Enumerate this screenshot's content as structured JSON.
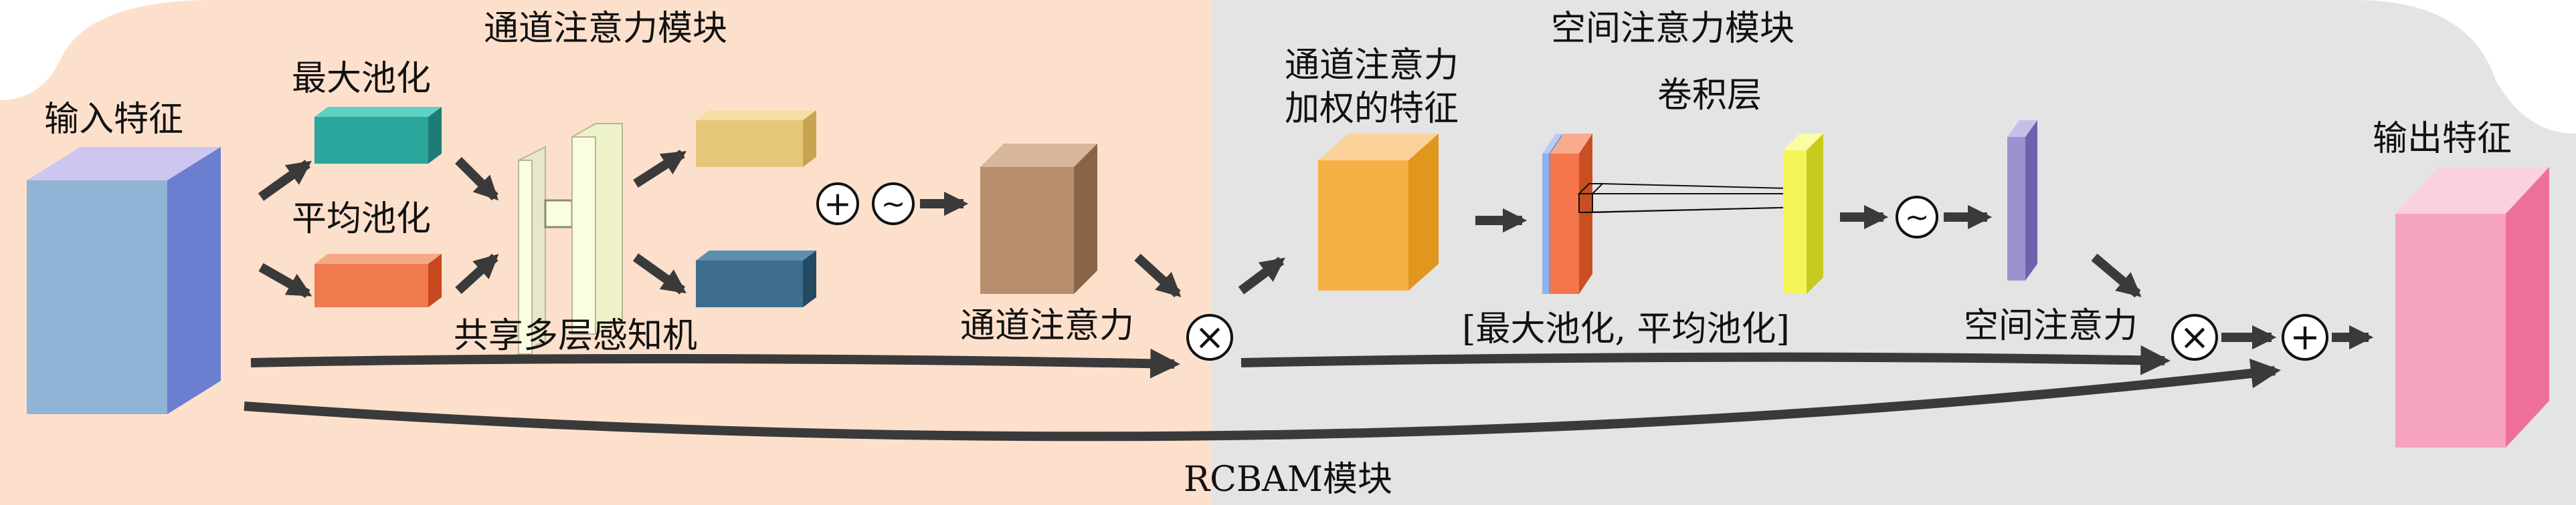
{
  "channel_module": {
    "title": "通道注意力模块",
    "input_label": "输入特征",
    "max_pool_label": "最大池化",
    "avg_pool_label": "平均池化",
    "shared_mlp_label": "共享多层感知机",
    "attention_label": "通道注意力"
  },
  "spatial_module": {
    "title": "空间注意力模块",
    "weighted_label_line1": "通道注意力",
    "weighted_label_line2": "加权的特征",
    "conv_label": "卷积层",
    "concat_label": "[最大池化, 平均池化]",
    "attention_label": "空间注意力"
  },
  "output_label": "输出特征",
  "bottom_label": "RCBAM模块",
  "symbols": {
    "sum": "+",
    "multiply": "×",
    "sigmoid": "~"
  },
  "colors": {
    "channel_bg": "#fde0cc",
    "spatial_bg": "#e4e4e4",
    "input_block": "#8fb4d6",
    "max_pool_block": "#2aa59c",
    "avg_pool_block": "#ef7a4e",
    "mlp_panel": "#fbfde0",
    "mlp_out_top": "#e6c77a",
    "mlp_out_bottom": "#3d6e8d",
    "channel_attention_block": "#b78f6f",
    "weighted_block": "#f6b144",
    "feature_map_pool": "#f5764c",
    "feature_map_conv": "#f4f657",
    "spatial_attention_map": "#9b92cf",
    "output_block": "#f5a3c1",
    "arrow": "#3a3a3a"
  }
}
